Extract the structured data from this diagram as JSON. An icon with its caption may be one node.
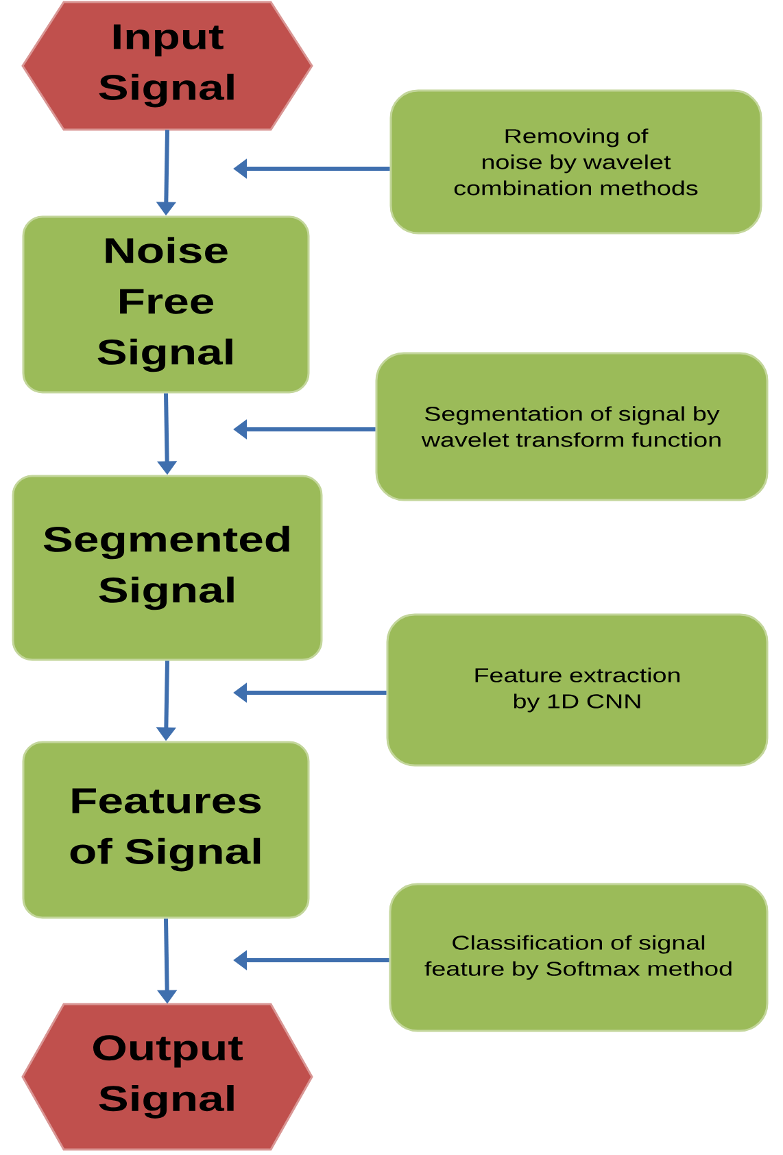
{
  "diagram": {
    "nodes": [
      {
        "text": [
          "Input Signal"
        ]
      },
      {
        "text": [
          "Noise Free Signal"
        ]
      },
      {
        "text": [
          "Segmented Signal"
        ]
      },
      {
        "text": [
          "Features of Signal"
        ]
      },
      {
        "text": [
          "Output Signal"
        ]
      },
      {
        "text": [
          "Removing of noise by wavelet combination methods"
        ]
      },
      {
        "text": [
          "Segmentation of signal by wavelet transform function"
        ]
      },
      {
        "text": [
          "Feature extraction by 1D CNN"
        ]
      },
      {
        "text": [
          "Classification of signal feature by Softmax method"
        ]
      }
    ],
    "edges": [
      {
        "from": 0,
        "to": 1,
        "arrow": "to"
      },
      {
        "from": 1,
        "to": 2,
        "arrow": "to"
      },
      {
        "from": 2,
        "to": 3,
        "arrow": "to"
      },
      {
        "from": 3,
        "to": 4,
        "arrow": "to"
      },
      {
        "from": 5,
        "to": null,
        "arrow": "to"
      },
      {
        "from": 6,
        "to": null,
        "arrow": "to"
      },
      {
        "from": 7,
        "to": null,
        "arrow": "to"
      },
      {
        "from": 8,
        "to": null,
        "arrow": "to"
      }
    ]
  }
}
